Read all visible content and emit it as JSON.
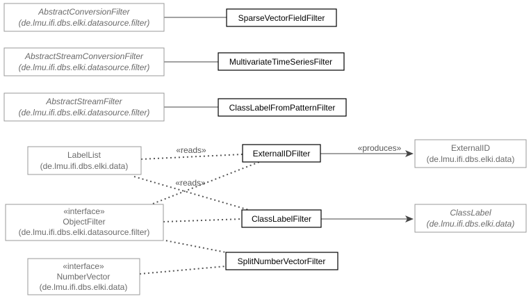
{
  "nodes": {
    "abstract_conversion": {
      "title": "AbstractConversionFilter",
      "package": "(de.lmu.ifi.dbs.elki.datasource.filter)"
    },
    "abstract_stream_conversion": {
      "title": "AbstractStreamConversionFilter",
      "package": "(de.lmu.ifi.dbs.elki.datasource.filter)"
    },
    "abstract_stream": {
      "title": "AbstractStreamFilter",
      "package": "(de.lmu.ifi.dbs.elki.datasource.filter)"
    },
    "label_list": {
      "title": "LabelList",
      "package": "(de.lmu.ifi.dbs.elki.data)"
    },
    "object_filter": {
      "stereotype": "«interface»",
      "title": "ObjectFilter",
      "package": "(de.lmu.ifi.dbs.elki.datasource.filter)"
    },
    "number_vector": {
      "stereotype": "«interface»",
      "title": "NumberVector",
      "package": "(de.lmu.ifi.dbs.elki.data)"
    },
    "sparse_vector_field_filter": {
      "title": "SparseVectorFieldFilter"
    },
    "multivariate_time_series_filter": {
      "title": "MultivariateTimeSeriesFilter"
    },
    "class_label_from_pattern_filter": {
      "title": "ClassLabelFromPatternFilter"
    },
    "external_id_filter": {
      "title": "ExternalIDFilter"
    },
    "class_label_filter": {
      "title": "ClassLabelFilter"
    },
    "split_number_vector_filter": {
      "title": "SplitNumberVectorFilter"
    },
    "external_id": {
      "title": "ExternalID",
      "package": "(de.lmu.ifi.dbs.elki.data)"
    },
    "class_label": {
      "title": "ClassLabel",
      "package": "(de.lmu.ifi.dbs.elki.data)"
    }
  },
  "edges": {
    "reads_1": "«reads»",
    "reads_2": "«reads»",
    "produces": "«produces»"
  },
  "colors": {
    "external_border": "#999999",
    "external_text": "#6a6a6a",
    "main_border": "#000000",
    "connector": "#444444"
  }
}
